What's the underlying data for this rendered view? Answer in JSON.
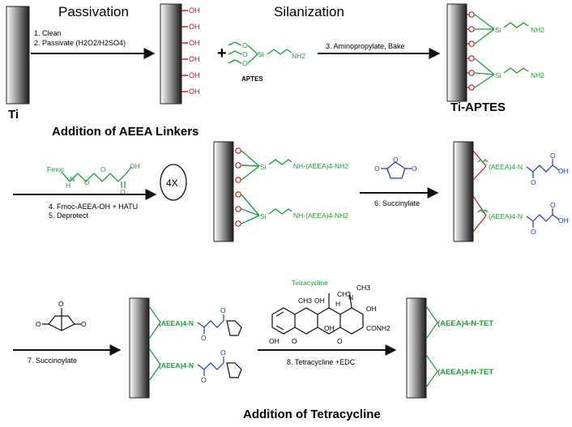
{
  "titles": {
    "passivation": "Passivation",
    "silanization": "Silanization",
    "aeea": "Addition of AEEA Linkers",
    "tetracycline": "Addition of Tetracycline"
  },
  "labels": {
    "ti": "Ti",
    "ti_aptes": "Ti-APTES",
    "aptes": "APTES",
    "fmoc": "Fmoc",
    "tetracycline_name": "Tetracycline",
    "repeat": "4X",
    "oh": "OH",
    "o": "O",
    "si": "Si",
    "nh2": "NH2",
    "nh_aeea_nh2": "NH-(AEEA)4-NH2",
    "aeea4_n": "(AEEA)4-N",
    "aeea4_n_tet": "(AEEA)4-N-TET",
    "n": "N",
    "h": "H",
    "ch3": "CH3",
    "conh2": "CONH2"
  },
  "steps": {
    "s1": "1. Clean",
    "s2": "2. Passivate (H2O2/H2SO4)",
    "s3": "3. Aminopropylate, Bake",
    "s4": "4. Fmoc-AEEA-OH + HATU",
    "s5": "5. Deprotect",
    "s6": "6. Succinylate",
    "s7": "7. Succinoylate",
    "s8": "8. Tetracycline +EDC"
  },
  "colors": {
    "linker_green": "#1f9a3a",
    "hydroxyl_red": "#b01e1e",
    "acid_blue": "#1f3fa8"
  }
}
